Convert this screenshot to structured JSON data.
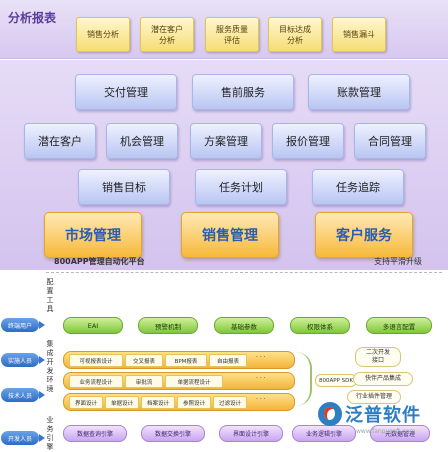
{
  "analysis": {
    "title": "分析报表",
    "items": [
      "销售分析",
      "潜在客户\n分析",
      "服务质量\n评估",
      "目标达成\n分析",
      "销售漏斗"
    ]
  },
  "main": {
    "row1": [
      "交付管理",
      "售前服务",
      "账款管理"
    ],
    "row2": [
      "潜在客户",
      "机会管理",
      "方案管理",
      "报价管理",
      "合同管理"
    ],
    "row3": [
      "销售目标",
      "任务计划",
      "任务追踪"
    ],
    "big": [
      "市场管理",
      "销售管理",
      "客户服务"
    ]
  },
  "platform": {
    "title": "800APP管理自动化平台",
    "right_note": "支持平滑升级",
    "roles": [
      "终端用户",
      "实施人员",
      "技术人员",
      "开发人员"
    ],
    "labels": [
      "配置工具",
      "集成开发环境",
      "业务引擎"
    ],
    "config": [
      "EAI",
      "预警机制",
      "基础参数",
      "权限体系",
      "多语言配置"
    ],
    "tools_rows": [
      [
        "可视报表设计",
        "交叉报表",
        "BPM报表",
        "自由报表"
      ],
      [
        "业务流程设计",
        "审批流",
        "单据流程设计"
      ],
      [
        "界面设计",
        "单据设计",
        "档案设计",
        "参照设计",
        "过滤设计"
      ]
    ],
    "more": "· · ·",
    "sdk": "800APP SDK",
    "side": [
      "二次开发\n接口",
      "快伴产品集成",
      "行业插件管理"
    ],
    "engines": [
      "数据查询引擎",
      "数据交换引擎",
      "界面设计引擎",
      "业务逻辑引擎",
      "元数据管理"
    ]
  },
  "brand": {
    "logo_text": "泛普软件",
    "url": "www.fanpusoft.com"
  }
}
